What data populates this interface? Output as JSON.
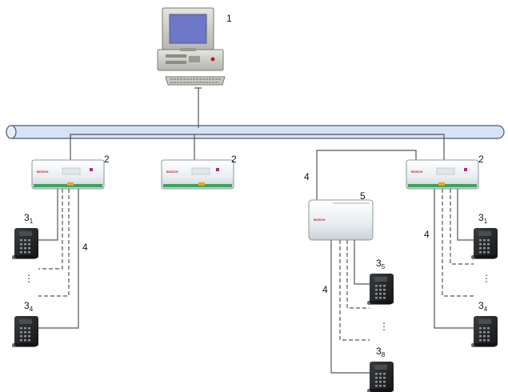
{
  "labels": {
    "pc": "1",
    "controller": "2",
    "bus": "4",
    "extension": "5",
    "reader": "3",
    "sub_first": "1",
    "sub_last": "4",
    "sub_ext_first": "5",
    "sub_ext_last": "8",
    "ellipsis": "⋮"
  },
  "brand": "BOSCH",
  "colors": {
    "network": "#d6e3f6",
    "network_border": "#4a5a78",
    "controller_body": "#eef2f4",
    "controller_green": "#3aa35a",
    "reader_body": "#222426",
    "monitor_screen": "#6d78c8"
  }
}
